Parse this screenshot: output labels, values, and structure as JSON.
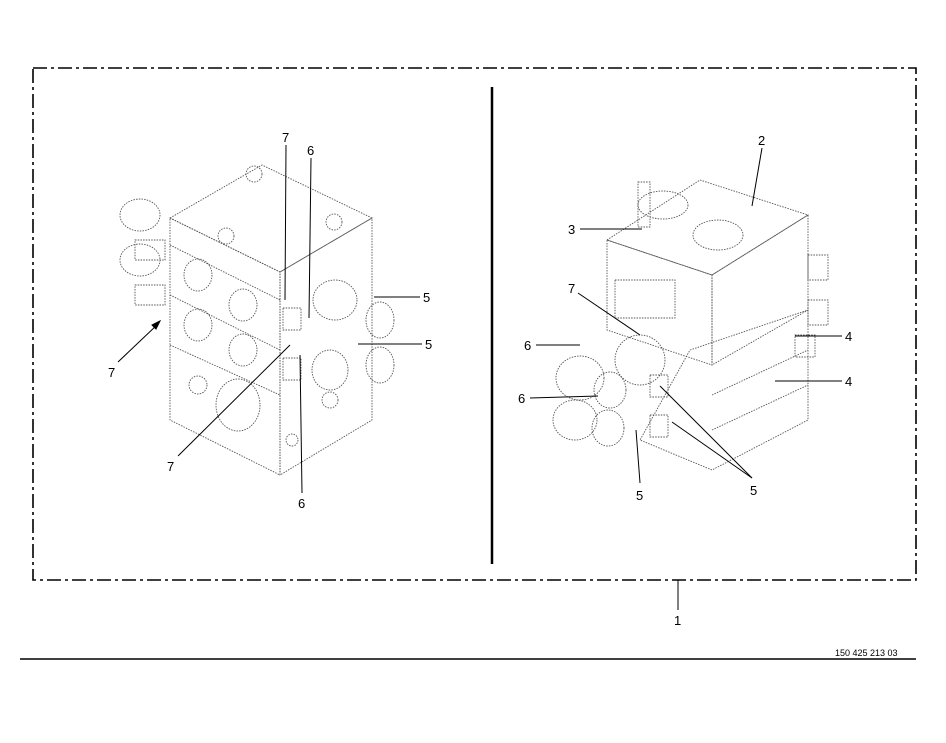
{
  "drawing": {
    "part_number": "150 425 213 03",
    "callouts_left": [
      "7",
      "6",
      "5",
      "5",
      "7",
      "7",
      "6"
    ],
    "callouts_right": [
      "2",
      "3",
      "7",
      "6",
      "6",
      "5",
      "5",
      "4",
      "4"
    ],
    "callout_assembly": "1"
  },
  "colors": {
    "line": "#000000",
    "background": "#ffffff"
  }
}
